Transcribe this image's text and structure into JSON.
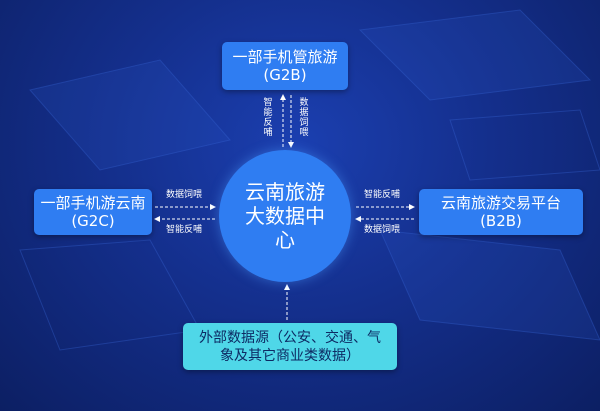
{
  "colors": {
    "box_blue": "#2f7df2",
    "external_cyan": "#4fd7e8",
    "background": "#142f8c"
  },
  "center": {
    "lines": [
      "云南旅游",
      "大数据中",
      "心"
    ]
  },
  "top_box": {
    "line1": "一部手机管旅游",
    "line2": "(G2B)",
    "label_up": "智能反哺",
    "label_down": "数据饲喂"
  },
  "left_box": {
    "line1": "一部手机游云南",
    "line2": "(G2C)",
    "label_top": "数据饲喂",
    "label_bottom": "智能反哺"
  },
  "right_box": {
    "line1": "云南旅游交易平台",
    "line2": "(B2B)",
    "label_top": "智能反哺",
    "label_bottom": "数据饲喂"
  },
  "bottom_box": {
    "line1": "外部数据源（公安、交通、气",
    "line2": "象及其它商业类数据）"
  }
}
